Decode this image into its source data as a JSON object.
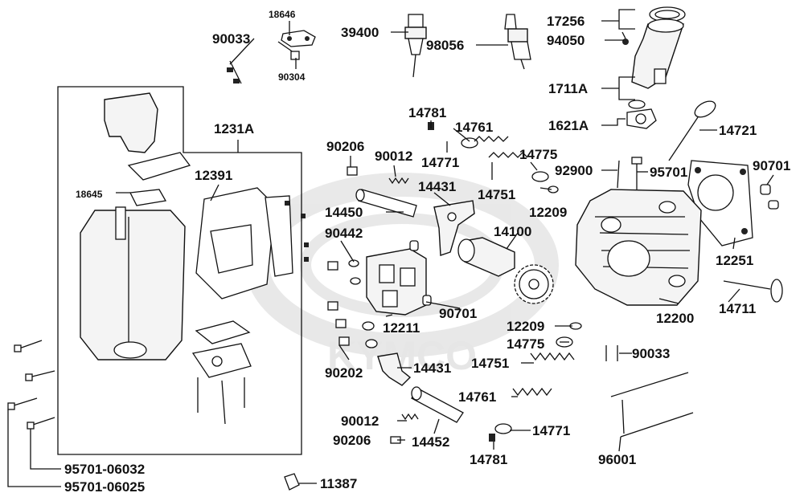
{
  "watermark": "KYMCO",
  "labels": {
    "p18646": "18646",
    "p90033a": "90033",
    "p90304": "90304",
    "p39400": "39400",
    "p98056": "98056",
    "p17256": "17256",
    "p94050": "94050",
    "p1711A": "1711A",
    "p1621A": "1621A",
    "p14721": "14721",
    "p1231A": "1231A",
    "p12391": "12391",
    "p18645": "18645",
    "p14781a": "14781",
    "p14761a": "14761",
    "p90206a": "90206",
    "p90012a": "90012",
    "p14771a": "14771",
    "p14775a": "14775",
    "p92900": "92900",
    "p95701": "95701",
    "p90701a": "90701",
    "p14431a": "14431",
    "p14751a": "14751",
    "p12209a": "12209",
    "p14450": "14450",
    "p90442": "90442",
    "p14100": "14100",
    "p12251": "12251",
    "p90701b": "90701",
    "p12211": "12211",
    "p14711": "14711",
    "p12200": "12200",
    "p12209b": "12209",
    "p14775b": "14775",
    "p90033b": "90033",
    "p14751b": "14751",
    "p90202": "90202",
    "p14431b": "14431",
    "p14761b": "14761",
    "p90012b": "90012",
    "p14771b": "14771",
    "p90206b": "90206",
    "p14452": "14452",
    "p14781b": "14781",
    "p96001": "96001",
    "p95701_06032": "95701-06032",
    "p95701_06025": "95701-06025",
    "p11387": "11387"
  }
}
